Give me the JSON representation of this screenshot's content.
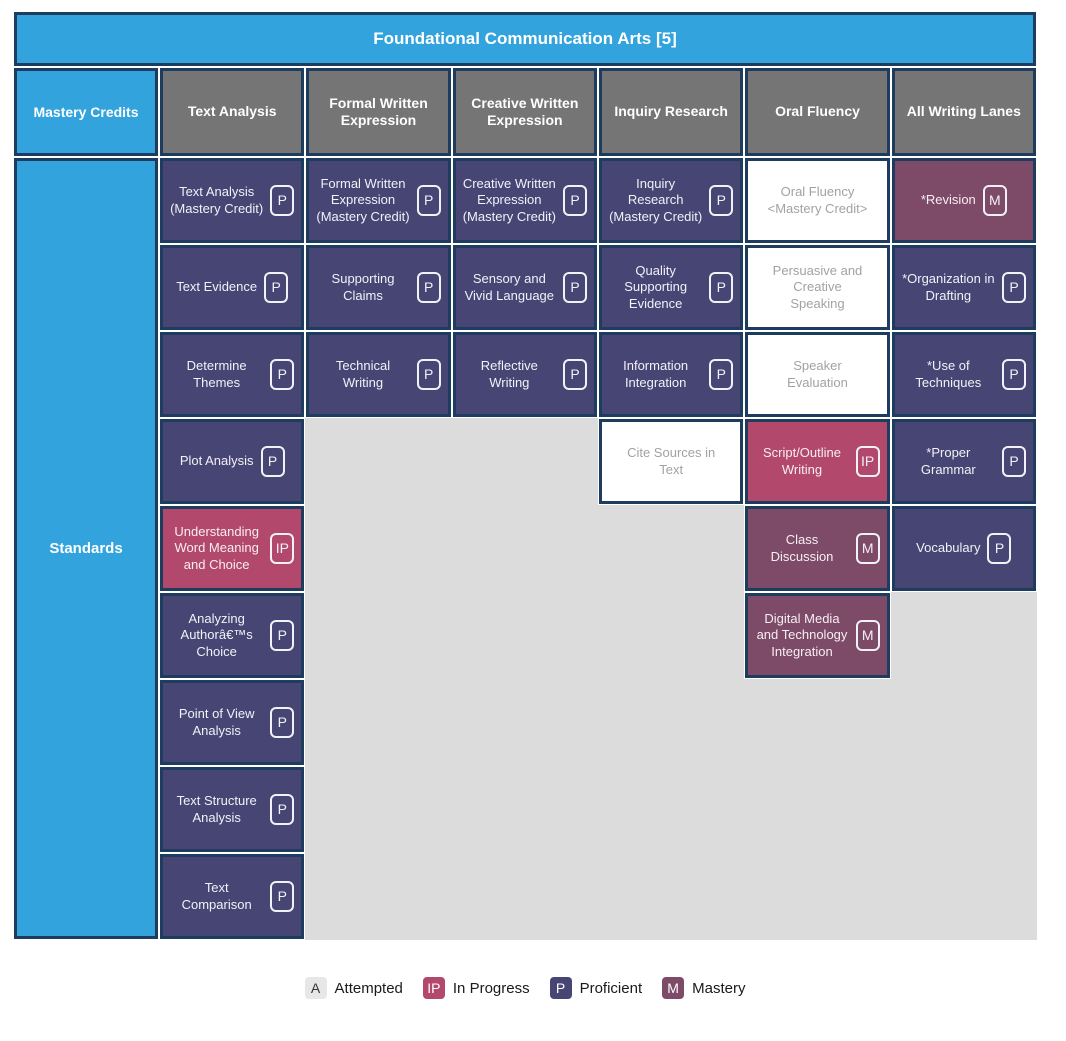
{
  "title": "Foundational Communication Arts [5]",
  "left_column": {
    "header": "Mastery Credits",
    "body_label": "Standards"
  },
  "colors": {
    "header_blue": "#32a3dc",
    "lane_header_grey": "#757575",
    "proficient_purple": "#474573",
    "in_progress_crimson": "#b2486c",
    "mastery_maroon": "#7d4a68",
    "attempted_grey": "#e7e7e7",
    "border_navy": "#1e3c5e",
    "empty_filler_grey": "#dcdcdc"
  },
  "lanes": [
    {
      "header": "Text Analysis",
      "cards": [
        {
          "label": "Text Analysis (Mastery Credit)",
          "status": "P"
        },
        {
          "label": "Text Evidence",
          "status": "P"
        },
        {
          "label": "Determine Themes",
          "status": "P"
        },
        {
          "label": "Plot Analysis",
          "status": "P"
        },
        {
          "label": "Understanding Word Meaning and Choice",
          "status": "IP"
        },
        {
          "label": "Analyzing Authorâ€™s Choice",
          "status": "P"
        },
        {
          "label": "Point of View Analysis",
          "status": "P"
        },
        {
          "label": "Text Structure Analysis",
          "status": "P"
        },
        {
          "label": "Text Comparison",
          "status": "P"
        }
      ]
    },
    {
      "header": "Formal Written Expression",
      "cards": [
        {
          "label": "Formal Written Expression (Mastery Credit)",
          "status": "P"
        },
        {
          "label": "Supporting Claims",
          "status": "P"
        },
        {
          "label": "Technical Writing",
          "status": "P"
        }
      ]
    },
    {
      "header": "Creative Written Expression",
      "cards": [
        {
          "label": "Creative Written Expression (Mastery Credit)",
          "status": "P"
        },
        {
          "label": "Sensory and Vivid Language",
          "status": "P"
        },
        {
          "label": "Reflective Writing",
          "status": "P"
        }
      ]
    },
    {
      "header": "Inquiry Research",
      "cards": [
        {
          "label": "Inquiry Research (Mastery Credit)",
          "status": "P"
        },
        {
          "label": "Quality Supporting Evidence",
          "status": "P"
        },
        {
          "label": "Information Integration",
          "status": "P"
        },
        {
          "label": "Cite Sources in Text",
          "status": "none"
        }
      ]
    },
    {
      "header": "Oral Fluency",
      "cards": [
        {
          "label": "Oral Fluency <Mastery Credit>",
          "status": "none"
        },
        {
          "label": "Persuasive and Creative Speaking",
          "status": "none"
        },
        {
          "label": "Speaker Evaluation",
          "status": "none"
        },
        {
          "label": "Script/Outline Writing",
          "status": "IP"
        },
        {
          "label": "Class Discussion",
          "status": "M"
        },
        {
          "label": "Digital Media and Technology Integration",
          "status": "M"
        }
      ]
    },
    {
      "header": "All Writing Lanes",
      "cards": [
        {
          "label": "*Revision",
          "status": "M"
        },
        {
          "label": "*Organization in Drafting",
          "status": "P"
        },
        {
          "label": "*Use of Techniques",
          "status": "P"
        },
        {
          "label": "*Proper Grammar",
          "status": "P"
        },
        {
          "label": "Vocabulary",
          "status": "P"
        }
      ]
    }
  ],
  "legend": [
    {
      "code": "A",
      "label": "Attempted"
    },
    {
      "code": "IP",
      "label": "In Progress"
    },
    {
      "code": "P",
      "label": "Proficient"
    },
    {
      "code": "M",
      "label": "Mastery"
    }
  ]
}
